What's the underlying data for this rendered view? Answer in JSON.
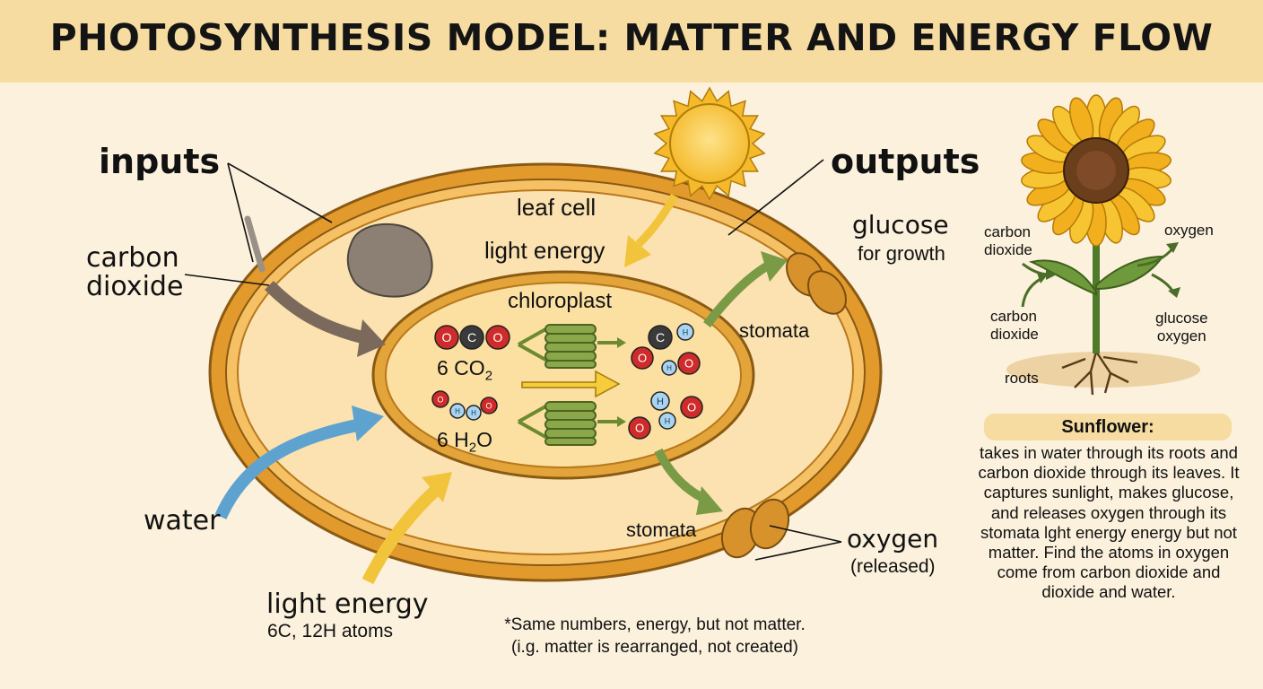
{
  "title": "PHOTOSYNTHESIS MODEL: MATTER AND ENERGY FLOW",
  "labels": {
    "inputs": "inputs",
    "outputs": "outputs",
    "carbon_dioxide_line1": "carbon",
    "carbon_dioxide_line2": "dioxide",
    "water": "water",
    "light_energy_bottom": "light energy",
    "light_energy_bottom_sub": "6C, 12H atoms",
    "leaf_cell": "leaf cell",
    "light_energy_top": "light energy",
    "chloroplast": "chloroplast",
    "co2_count": "6 CO",
    "co2_sub": "2",
    "h2o_count": "6 H",
    "h2o_sub": "2",
    "h2o_tail": "O",
    "glucose": "glucose",
    "glucose_sub": "for growth",
    "stomata_right": "stomata",
    "stomata_bottom": "stomata",
    "oxygen": "oxygen",
    "oxygen_sub": "(released)"
  },
  "atoms": {
    "c": "C",
    "o": "O",
    "h": "H"
  },
  "note": {
    "line1": "*Same numbers, energy, but not matter.",
    "line2": "(i.g. matter is rearranged, not created)"
  },
  "sunflower": {
    "carbon_dioxide_top": "carbon\ndioxide",
    "oxygen": "oxygen",
    "carbon_dioxide_mid": "carbon\ndioxide",
    "glucose_oxygen": "glucose\noxygen",
    "roots": "roots",
    "box_title": "Sunflower:",
    "box_text": "takes in water through its roots and carbon dioxide through its leaves. It captures sunlight, makes glucose, and releases oxygen through its stomata lght energy energy but not matter. Find the atoms in oxygen come from carbon dioxide and dioxide and water."
  },
  "colors": {
    "banner": "#f6dca1",
    "background": "#fbf1dc",
    "cell_wall": "#e39a2c",
    "cytoplasm": "#fbe2b0",
    "chloroplast": "#f2c46b",
    "thylakoid": "#7d9a3a",
    "oxygen_atom": "#cf2b2b",
    "carbon_atom": "#3a3a3a",
    "hydrogen_atom": "#a9d3ee",
    "co2_arrow": "#7b6a5c",
    "water_arrow": "#5ea3cf",
    "light_arrow": "#f2c43b",
    "product_arrow": "#7a9a45"
  }
}
